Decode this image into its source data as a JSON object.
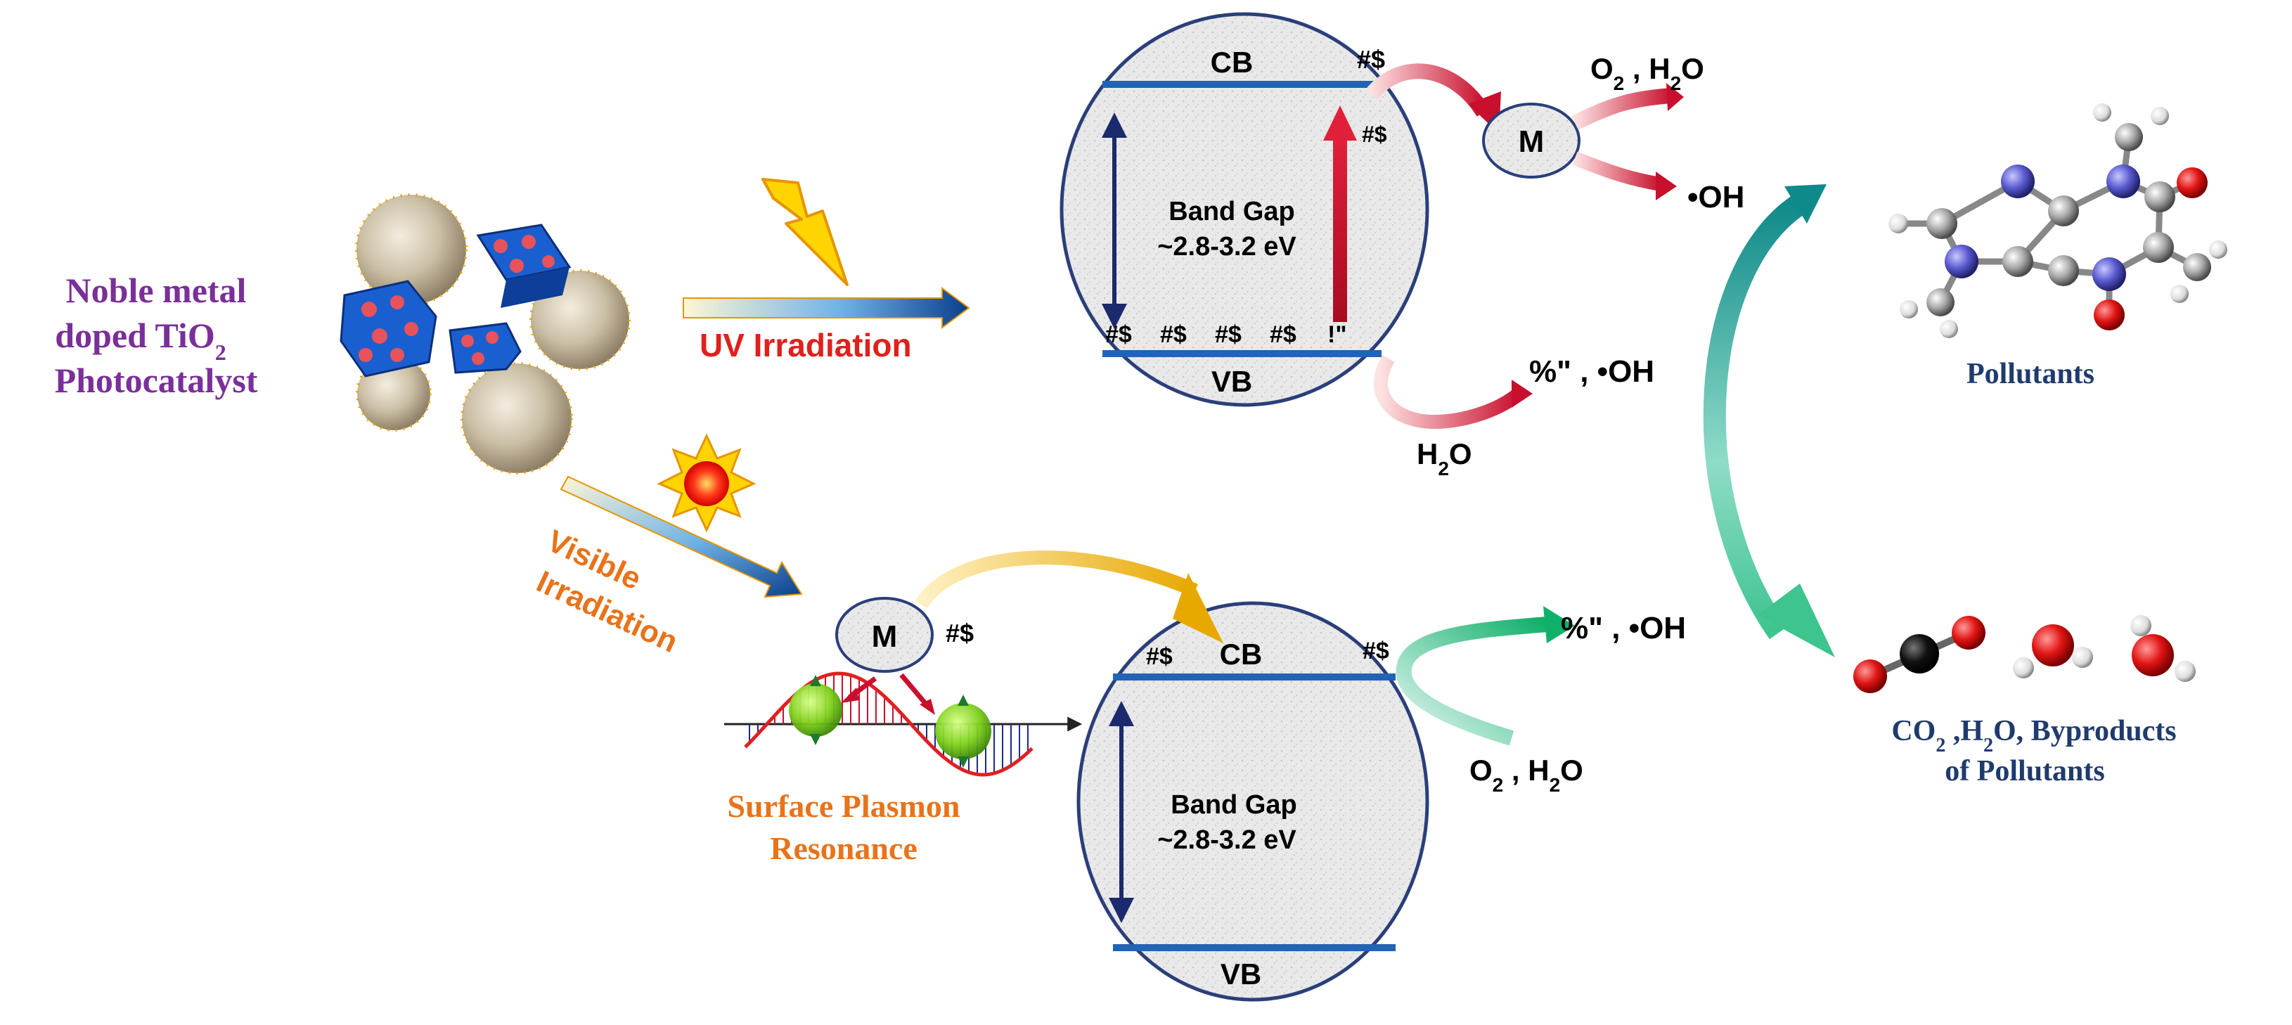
{
  "catalyst": {
    "line1": "Noble metal",
    "line2": "doped TiO",
    "sub": "2",
    "line3": "Photocatalyst",
    "color": "#7a2f9a"
  },
  "uv": {
    "label": "UV Irradiation",
    "color": "#e0201b"
  },
  "visible": {
    "line1": "Visible",
    "line2": "Irradiation",
    "color": "#e8731a"
  },
  "spr": {
    "line1": "Surface Plasmon",
    "line2": "Resonance",
    "color": "#e8731a"
  },
  "top_band": {
    "cb": "CB",
    "vb": "VB",
    "gap_line1": "Band Gap",
    "gap_line2": "~2.8-3.2 eV",
    "electrons": [
      "#$",
      "#$",
      "#$",
      "#$"
    ],
    "hole_glyph": "!\"",
    "cb_electron": "#$",
    "excited_mark": "#$",
    "metal": "M",
    "o2_prefix": "O",
    "o2_sub": "2",
    "o2_sep": " , H",
    "o2_h_sub": "2",
    "o2_suffix": "O",
    "oh_right": "•OH",
    "vb_product": "%\"  , •OH",
    "h2o_prefix": "H",
    "h2o_sub": "2",
    "h2o_suffix": "O"
  },
  "bottom_band": {
    "cb": "CB",
    "vb": "VB",
    "gap_line1": "Band Gap",
    "gap_line2": "~2.8-3.2 eV",
    "metal": "M",
    "metal_electron": "#$",
    "cb_electron_left": "#$",
    "cb_electron_right": "#$",
    "product": "%\"  , •OH",
    "o2_prefix": "O",
    "o2_sub": "2",
    "o2_sep": " , H",
    "o2_h_sub": "2",
    "o2_suffix": "O"
  },
  "pollutants": {
    "label": "Pollutants",
    "color": "#1f3b6e"
  },
  "products": {
    "line1_a": "CO",
    "line1_sub": "2",
    "line1_b": " ,H",
    "line1_sub2": "2",
    "line1_c": "O, Byproducts",
    "line2": "of Pollutants",
    "color": "#1f3b6e"
  },
  "colors": {
    "band_line": "#1f64b5",
    "red_arrow": "#c8102e",
    "navy": "#1a2a6c",
    "teal": "#1f8f8a"
  }
}
